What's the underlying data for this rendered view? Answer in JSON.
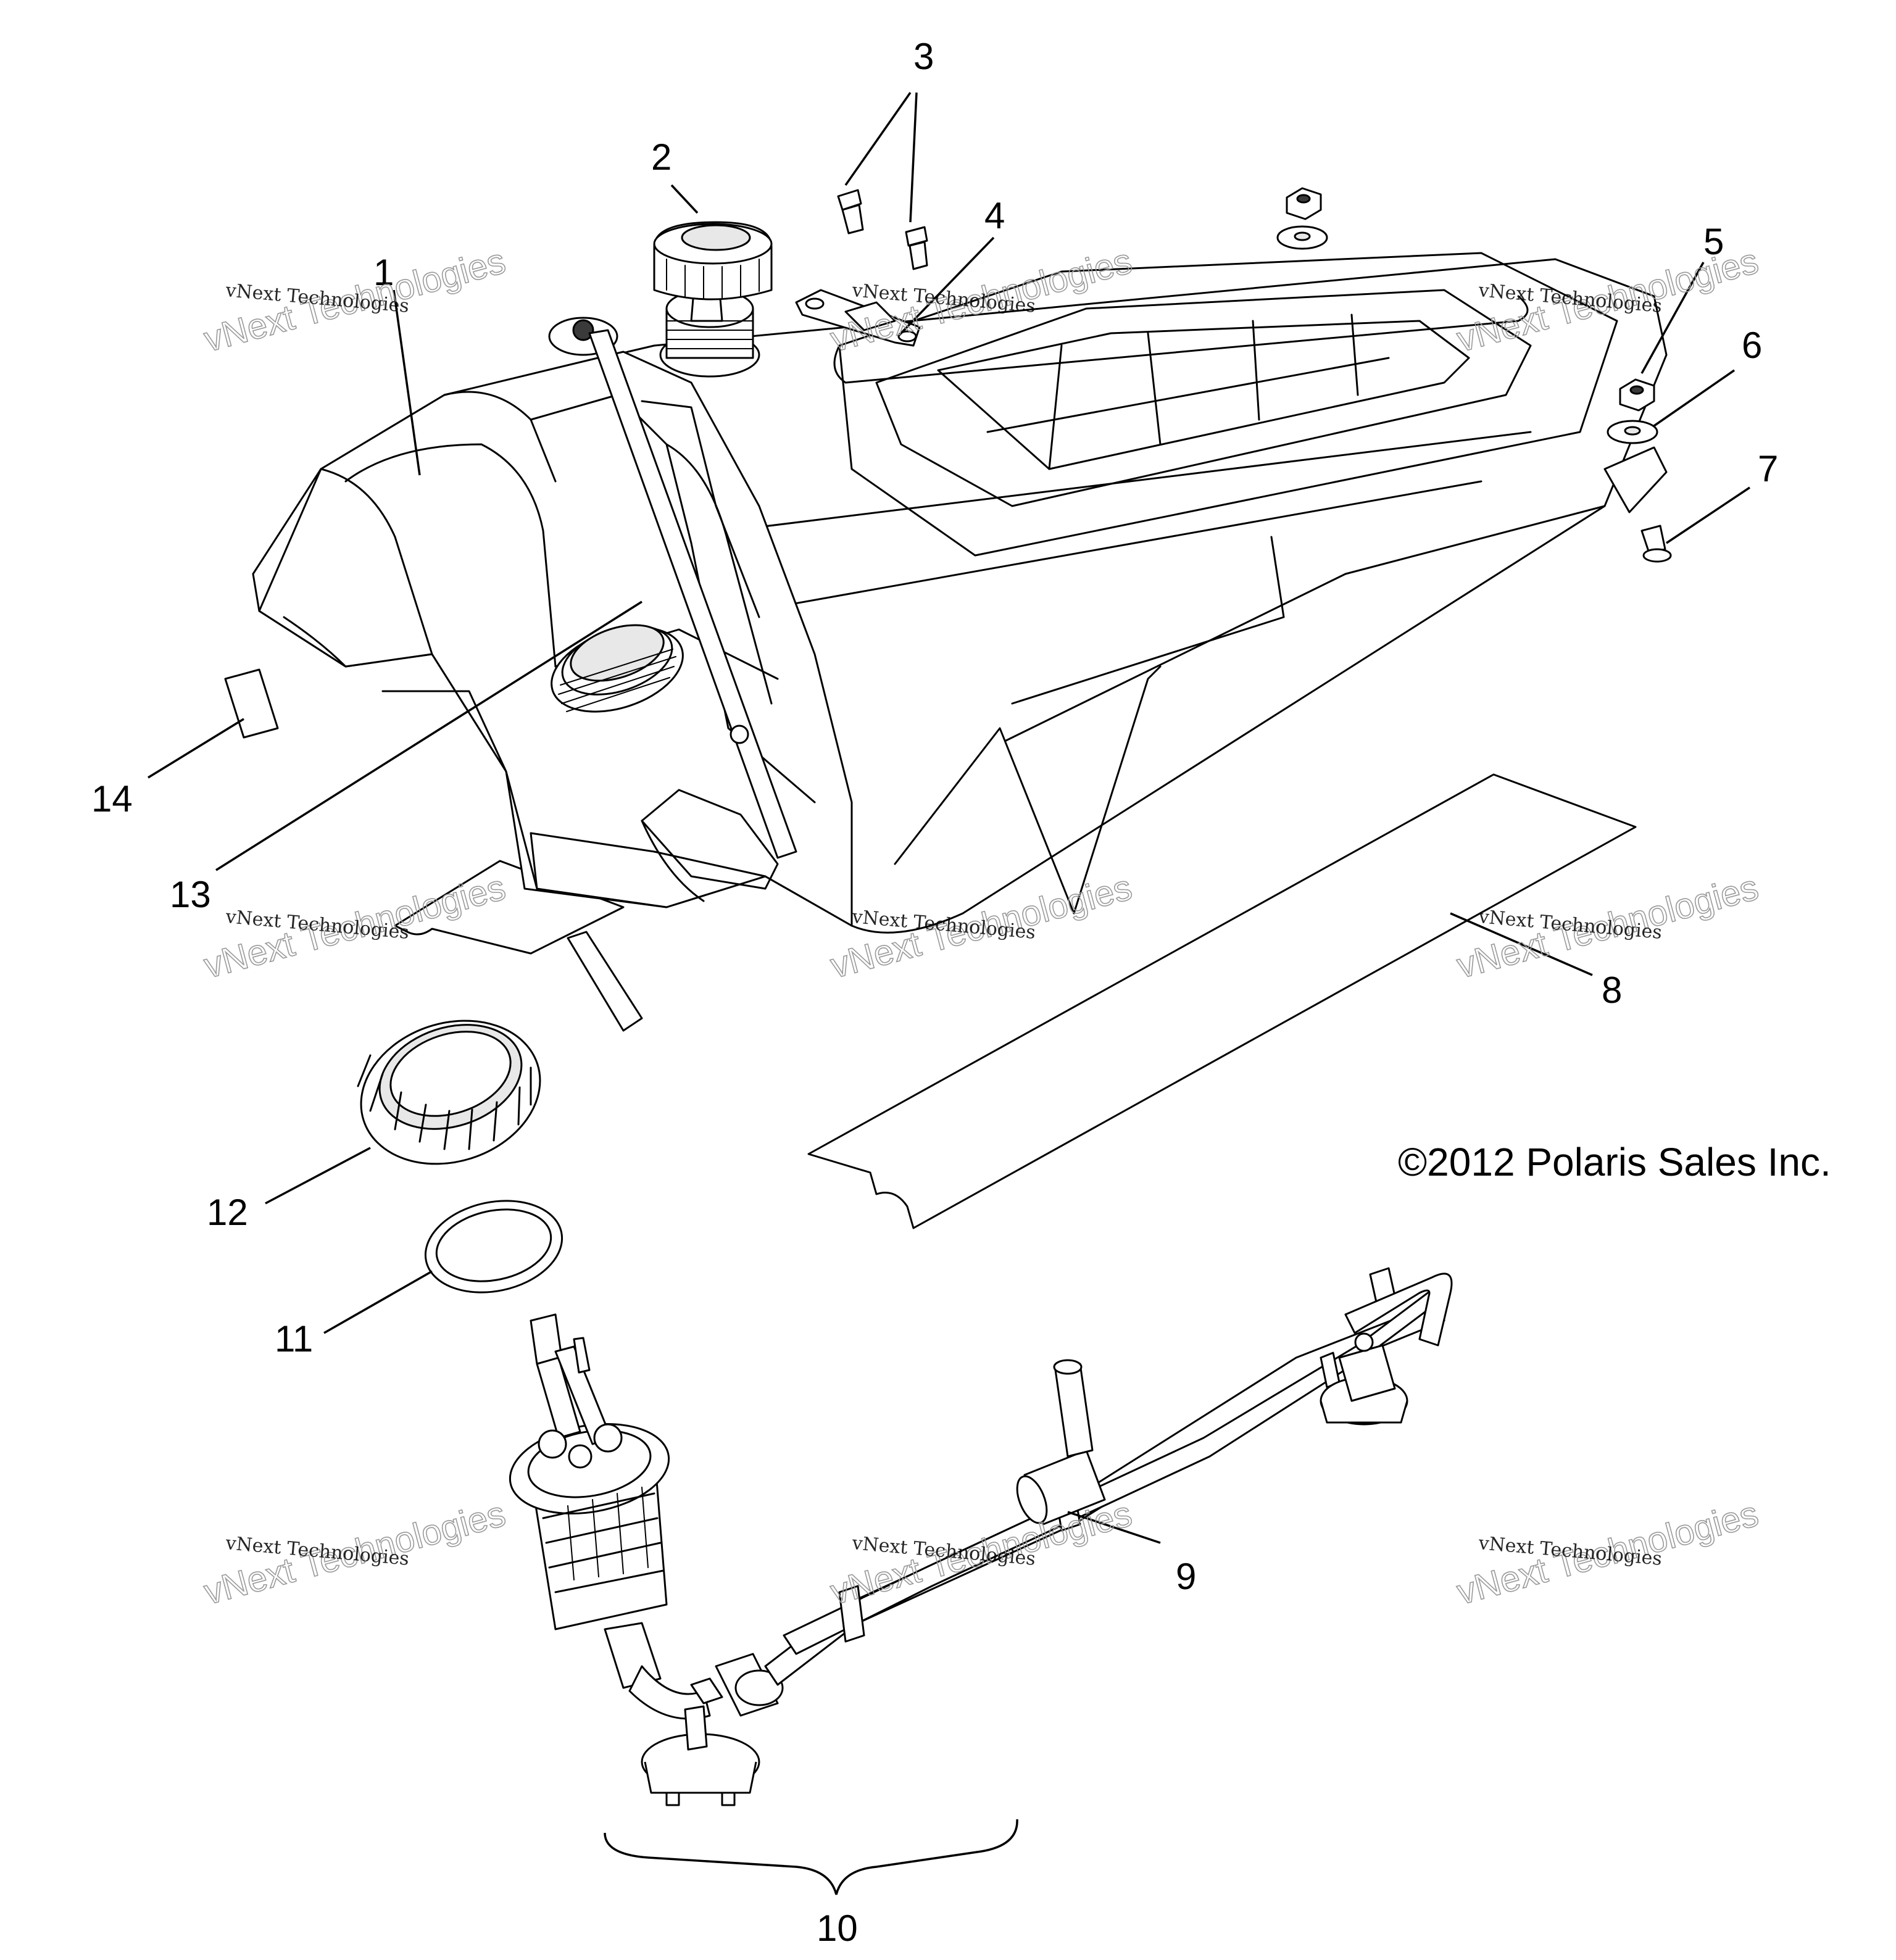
{
  "copyright": "©2012 Polaris Sales Inc.",
  "watermark": {
    "line1": "vNext Technologies",
    "line2": "vNext Technologies"
  },
  "callouts": [
    "1",
    "2",
    "3",
    "4",
    "5",
    "6",
    "7",
    "8",
    "9",
    "10",
    "11",
    "12",
    "13",
    "14"
  ]
}
